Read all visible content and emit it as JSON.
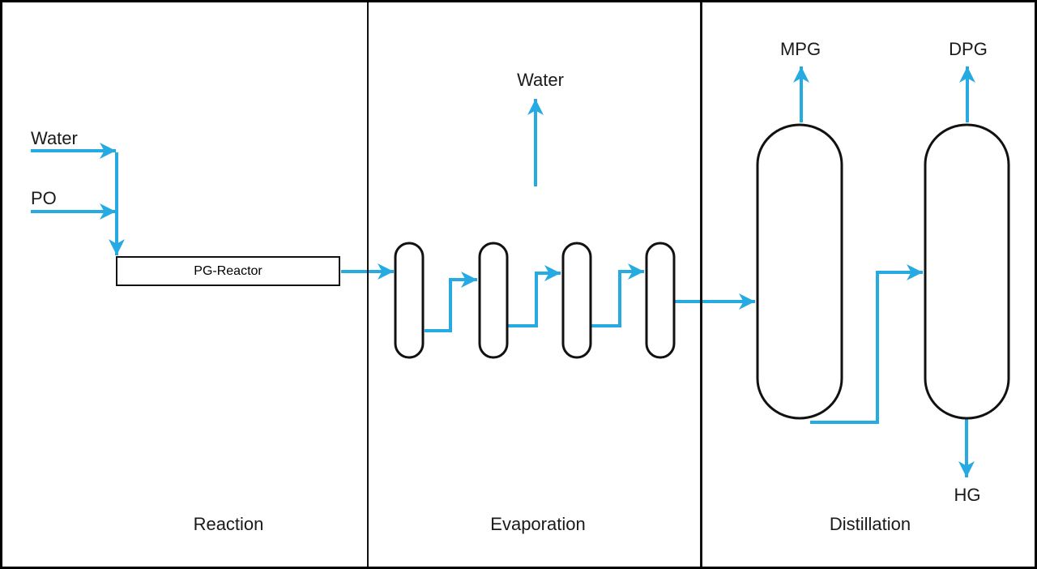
{
  "colors": {
    "stream": "#25aae1",
    "ink": "#1a1a1a"
  },
  "sections": {
    "reaction": {
      "label": "Reaction"
    },
    "evaporation": {
      "label": "Evaporation"
    },
    "distillation": {
      "label": "Distillation"
    }
  },
  "equipment": {
    "reactor": "PG-Reactor"
  },
  "streams": {
    "feed_water": "Water",
    "feed_po": "PO",
    "overhead_water": "Water",
    "product_mpg": "MPG",
    "product_dpg": "DPG",
    "product_hg": "HG"
  }
}
